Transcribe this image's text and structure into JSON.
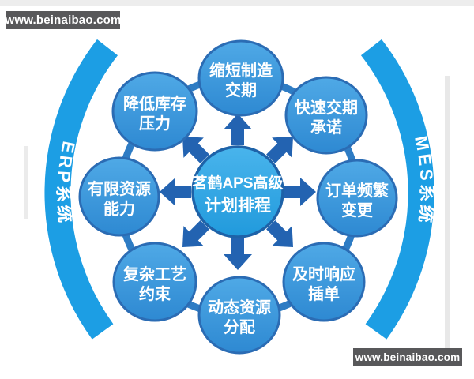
{
  "watermarks": {
    "top": "www.beinaibao.com",
    "bottom": "www.beinaibao.com"
  },
  "diagram": {
    "center": {
      "line1": "茗鹤APS高级",
      "line2": "计划排程"
    },
    "satellites": [
      {
        "position": "top",
        "line1": "缩短制造",
        "line2": "交期"
      },
      {
        "position": "top-right",
        "line1": "快速交期",
        "line2": "承诺"
      },
      {
        "position": "right",
        "line1": "订单频繁",
        "line2": "变更"
      },
      {
        "position": "bottom-right",
        "line1": "及时响应",
        "line2": "插单"
      },
      {
        "position": "bottom",
        "line1": "动态资源",
        "line2": "分配"
      },
      {
        "position": "bottom-left",
        "line1": "复杂工艺",
        "line2": "约束"
      },
      {
        "position": "left",
        "line1": "有限资源",
        "line2": "能力"
      },
      {
        "position": "top-left",
        "line1": "降低库存",
        "line2": "压力"
      }
    ],
    "arcs": {
      "left_label": "ERP系统",
      "right_label": "MES系统"
    },
    "colors": {
      "arc_blue": "#1c9ee4",
      "node_fill": "#3496da",
      "node_border": "#2b6cb4",
      "center_fill": "#2ba6e6",
      "center_border": "#1e62a8",
      "arrow_blue": "#2363b1",
      "connector_blue": "#2e7cc4",
      "watermark_bg": "#58585a",
      "text_white": "#ffffff"
    }
  }
}
